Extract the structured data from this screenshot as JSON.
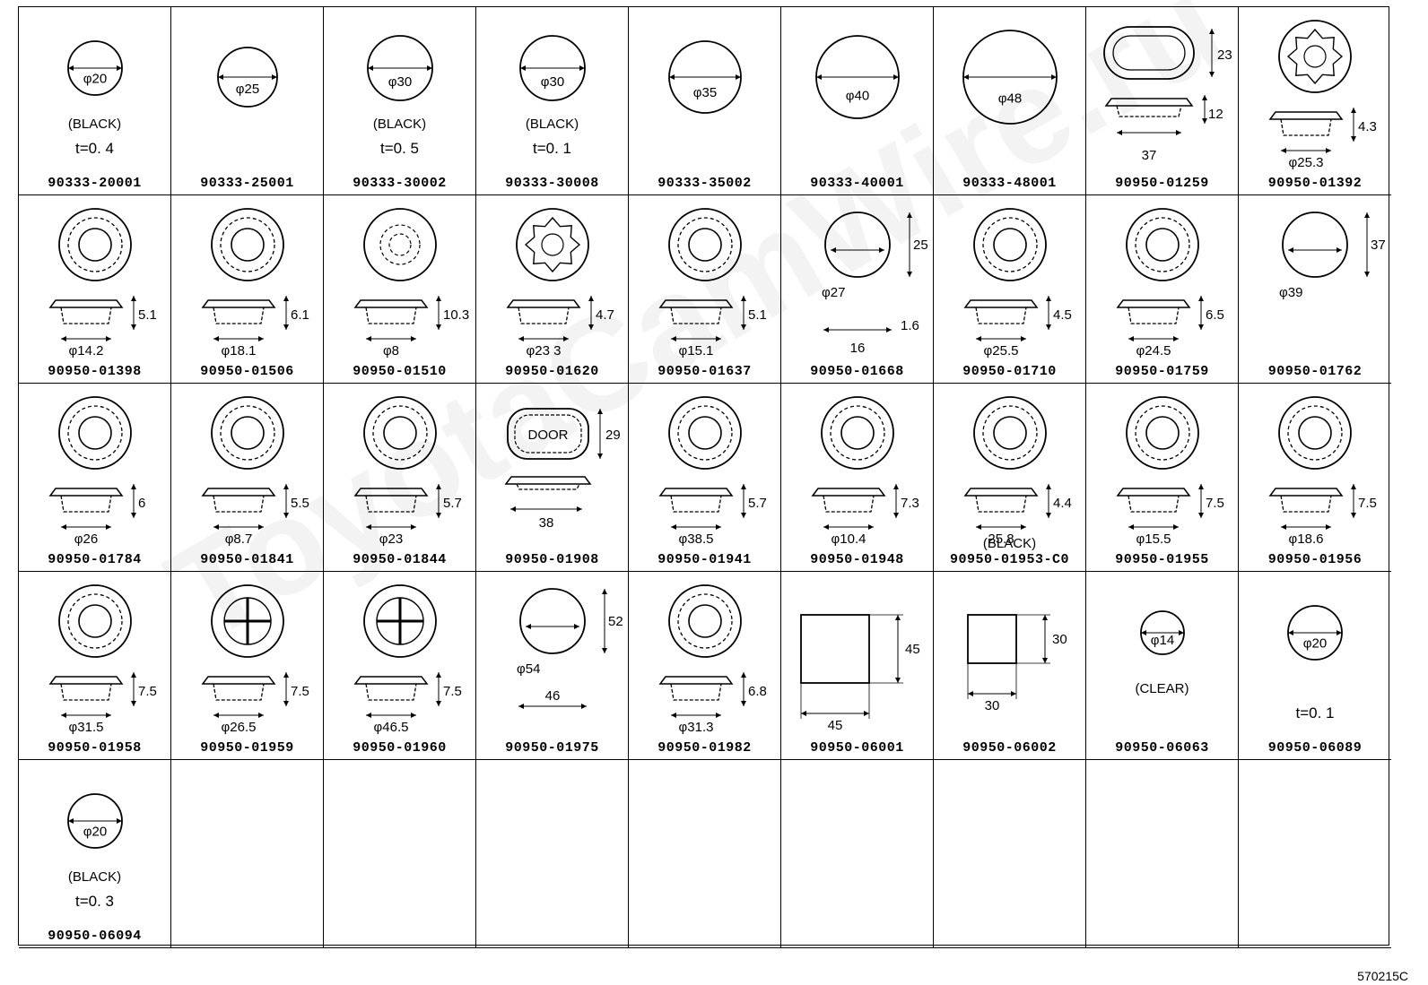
{
  "watermark": "ToyotaCamWire.ru",
  "figure_code": "570215C",
  "cells": [
    {
      "part": "90333-20001",
      "shape": "disc",
      "r": 30,
      "dims": [
        "φ20"
      ],
      "color": "(BLACK)",
      "thickness": "t=0. 4"
    },
    {
      "part": "90333-25001",
      "shape": "disc",
      "r": 33,
      "dims": [
        "φ25"
      ]
    },
    {
      "part": "90333-30002",
      "shape": "disc",
      "r": 36,
      "dims": [
        "φ30"
      ],
      "color": "(BLACK)",
      "thickness": "t=0. 5"
    },
    {
      "part": "90333-30008",
      "shape": "disc",
      "r": 36,
      "dims": [
        "φ30"
      ],
      "color": "(BLACK)",
      "thickness": "t=0. 1"
    },
    {
      "part": "90333-35002",
      "shape": "disc",
      "r": 40,
      "dims": [
        "φ35"
      ]
    },
    {
      "part": "90333-40001",
      "shape": "disc",
      "r": 46,
      "dims": [
        "φ40"
      ]
    },
    {
      "part": "90333-48001",
      "shape": "disc",
      "r": 52,
      "dims": [
        "φ48"
      ]
    },
    {
      "part": "90950-01259",
      "shape": "oval",
      "dims": [
        "23",
        "12",
        "37"
      ]
    },
    {
      "part": "90950-01392",
      "shape": "gear",
      "dims": [
        "4.3",
        "φ25.3"
      ]
    },
    {
      "part": "90950-01398",
      "shape": "grommet",
      "dims": [
        "5.1",
        "φ14.2"
      ]
    },
    {
      "part": "90950-01506",
      "shape": "grommet",
      "dims": [
        "6.1",
        "φ18.1"
      ]
    },
    {
      "part": "90950-01510",
      "shape": "cap",
      "dims": [
        "10.3",
        "φ8"
      ]
    },
    {
      "part": "90950-01620",
      "shape": "gear",
      "dims": [
        "4.7",
        "φ23 3"
      ]
    },
    {
      "part": "90950-01637",
      "shape": "grommet",
      "dims": [
        "5.1",
        "φ15.1"
      ]
    },
    {
      "part": "90950-01668",
      "shape": "notched",
      "dims": [
        "25",
        "φ27",
        "1.6",
        "16"
      ]
    },
    {
      "part": "90950-01710",
      "shape": "grommet",
      "dims": [
        "4.5",
        "φ25.5"
      ]
    },
    {
      "part": "90950-01759",
      "shape": "grommet",
      "dims": [
        "6.5",
        "φ24.5"
      ]
    },
    {
      "part": "90950-01762",
      "shape": "notched",
      "dims": [
        "37",
        "φ39"
      ]
    },
    {
      "part": "90950-01784",
      "shape": "grommet",
      "dims": [
        "6",
        "φ26"
      ]
    },
    {
      "part": "90950-01841",
      "shape": "grommet",
      "dims": [
        "5.5",
        "φ8.7"
      ]
    },
    {
      "part": "90950-01844",
      "shape": "grommet",
      "dims": [
        "5.7",
        "φ23"
      ]
    },
    {
      "part": "90950-01908",
      "shape": "door",
      "label": "DOOR",
      "dims": [
        "29",
        "38"
      ]
    },
    {
      "part": "90950-01941",
      "shape": "grommet",
      "dims": [
        "5.7",
        "φ38.5"
      ]
    },
    {
      "part": "90950-01948",
      "shape": "grommet",
      "dims": [
        "7.3",
        "φ10.4"
      ]
    },
    {
      "part": "90950-01953-C0",
      "shape": "grommet",
      "dims": [
        "4.4",
        "25.8"
      ],
      "color": "(BLACK)"
    },
    {
      "part": "90950-01955",
      "shape": "grommet",
      "dims": [
        "7.5",
        "φ15.5"
      ]
    },
    {
      "part": "90950-01956",
      "shape": "grommet",
      "dims": [
        "7.5",
        "φ18.6"
      ]
    },
    {
      "part": "90950-01958",
      "shape": "grommet",
      "dims": [
        "7.5",
        "φ31.5"
      ]
    },
    {
      "part": "90950-01959",
      "shape": "cross",
      "dims": [
        "7.5",
        "φ26.5"
      ]
    },
    {
      "part": "90950-01960",
      "shape": "cross",
      "dims": [
        "7.5",
        "φ46.5"
      ]
    },
    {
      "part": "90950-01975",
      "shape": "notched",
      "dims": [
        "52",
        "φ54",
        "46"
      ]
    },
    {
      "part": "90950-01982",
      "shape": "grommet",
      "dims": [
        "6.8",
        "φ31.3"
      ]
    },
    {
      "part": "90950-06001",
      "shape": "square",
      "dims": [
        "45",
        "45"
      ]
    },
    {
      "part": "90950-06002",
      "shape": "square",
      "dims": [
        "30",
        "30"
      ]
    },
    {
      "part": "90950-06063",
      "shape": "disc",
      "r": 24,
      "dims": [
        "φ14"
      ],
      "color": "(CLEAR)"
    },
    {
      "part": "90950-06089",
      "shape": "disc",
      "r": 30,
      "dims": [
        "φ20"
      ],
      "thickness": "t=0. 1"
    },
    {
      "part": "90950-06094",
      "shape": "disc",
      "r": 30,
      "dims": [
        "φ20"
      ],
      "color": "(BLACK)",
      "thickness": "t=0. 3"
    },
    {
      "part": "",
      "shape": "empty"
    },
    {
      "part": "",
      "shape": "empty"
    },
    {
      "part": "",
      "shape": "empty"
    },
    {
      "part": "",
      "shape": "empty"
    },
    {
      "part": "",
      "shape": "empty"
    },
    {
      "part": "",
      "shape": "empty"
    },
    {
      "part": "",
      "shape": "empty"
    },
    {
      "part": "",
      "shape": "empty"
    }
  ]
}
